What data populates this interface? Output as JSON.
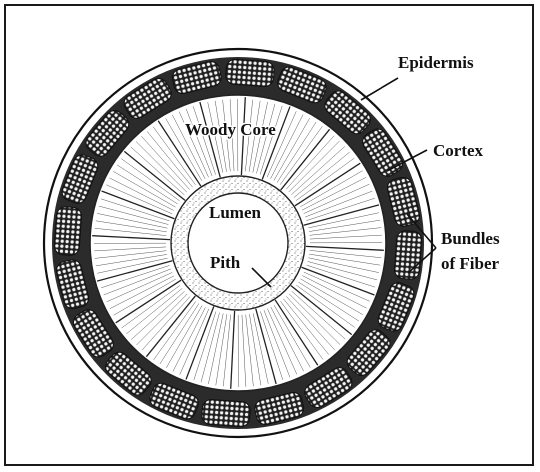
{
  "labels": {
    "epidermis": "Epidermis",
    "cortex": "Cortex",
    "bundles_line1": "Bundles",
    "bundles_line2": "of Fiber",
    "woody_core": "Woody Core",
    "lumen": "Lumen",
    "pith": "Pith"
  },
  "colors": {
    "ink": "#111111",
    "cortex_fill": "#2b2b2b",
    "fiber_fill": "#f2f2f2",
    "background": "#ffffff"
  },
  "structure": {
    "fiber_bundle_count": 20,
    "woody_wedge_count": 20
  }
}
